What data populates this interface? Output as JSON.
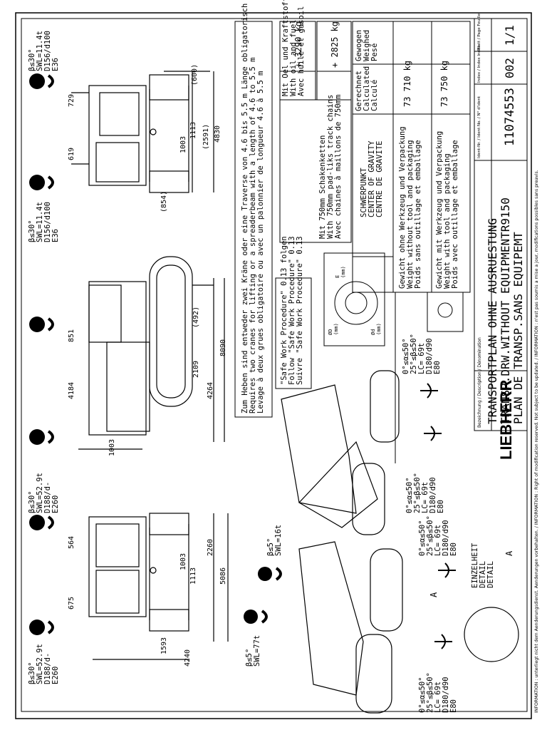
{
  "footer_info": "INFORMATION : unterliegt nicht dem Aenderungsdienst. Aenderungen vorbehalten. / INFORMATION : Right of modification reserved. Not subject to be updated. / INFORMATION : n'est pas soumis a mise a jour, modifications possibles sans preavis.",
  "title_block": {
    "desc_header": "Bezeichnung / Description / Dénomination",
    "title_de": "TRANSPORTPLAN OHNE AUSRUESTUNG",
    "title_en": "TRANSP.DRW.WITHOUT EQUIPMENTR9150",
    "title_fr": "PLAN DE TRANSP.SANS EQUIPEMT",
    "ident_header": "Ident-Nr. / Ident No. / N° d'ident",
    "ident_no": "11074553",
    "index_header": "Index / Index Index",
    "index_value": "002",
    "page_header": "Blatt / Page Feuille",
    "page_value": "1/1",
    "logo": "LIEBHERR"
  },
  "weights": {
    "calc_header": "Gerechnet\nCalculated\nCalculé",
    "weighed_header": "Gewogen\nWeighed\nPesé",
    "without_label": "Gewicht ohne Werkzeug und Verpackung\nWeight without tool and packaging\nPoids sans outillage et emballage",
    "without_value": "73 710 kg",
    "with_label": "Gewicht mit Werkzeug und Verpackung\nWeight with tool and packaging\nPoids avec outillage et emballage",
    "with_value": "73 750 kg",
    "cog_label": "SCHWERPUNKT\nCENTER OF GRAVITY\nCENTRE DE GRAVITE"
  },
  "notes": {
    "fuel_label": "Mit Oel und Kraftstoff\nWith oil and fuel\nAvec huile et gasoil",
    "fuel_value": "+ 3290 kg",
    "chain_label": "Mit 750mm Schakenketten\nWith 750mm pad-liks track chains\nAvec chaines à maillons de 750mm",
    "chain_value": "+ 2825 kg",
    "lifting_text": "Zum Heben sind entweder zwei Kräne oder eine Traverse von 4.6 bis 5.5 m Länge obligatorisch\nRequires two cranes for lifting or a spreaderbeam with a length of 4.6 to 5.5 m\nLevage à deux grues obligatoire ou avec un palonnier de longueur 4.6 à 5.5 m",
    "swp_text": "\"Safe Work Procedure\" 0.13 folgen\nFollow \"Safe Work Procedure\" 0.13\nSuivre \"Safe Work Procedure\" 0.13"
  },
  "lifting_points": {
    "top_right_1": "β≤30°\nSWL=11.4t\nD156/d100\nE36",
    "top_right_2": "β≤30°\nSWL=11.4t\nD156/d100\nE36",
    "top_left_1": "β≤30°\nSWL=52.9t\nD188/d-\nE260",
    "top_left_2": "β≤30°\nSWL=52.9t\nD188/d-\nE260",
    "bottom_sling_1": "β≤5°\nSWL=16t",
    "bottom_sling_2": "β≤5°\nSWL=77t",
    "shackle_a": "0°≤α≤50°\n25°≤β≤50°\nLC= 69t\nD180/d90\nE80",
    "shackle_b": "0°≤α≤50°\n25°≤β≤50°\nLC= 69t\nD180/d90\nE80",
    "shackle_c": "0°≤α≤50°\n25°≤β≤50°\nLC= 69t\nD180/d90\nE80",
    "shackle_d": "0°≤α≤50°\n25°≤β≤50°\nLC= 69t\nD180/d90\nE80"
  },
  "detail": {
    "label": "EINZELHEIT\nDETAIL\nDETAIL",
    "letter": "A",
    "marker": "A"
  },
  "dims": {
    "d600": "(600)",
    "d729": "729",
    "d1113a": "1113",
    "d1003a": "1003",
    "d2591": "(2591)",
    "d4830": "4830",
    "d619": "619",
    "d854": "(854)",
    "d492": "(492)",
    "d851": "851",
    "d2109": "2109",
    "d8090": "8090",
    "d4184": "4184",
    "d4264": "4264",
    "d1003b": "1003",
    "d564": "564",
    "d2260": "2260",
    "d1003c": "1003",
    "d1113b": "1113",
    "d5086": "5086",
    "d675": "675",
    "d1593": "1593",
    "d4240": "4240",
    "d_big_d": "ØD\n(mm)",
    "d_small_d": "Ød\n(mm)",
    "d_e": "E\n(mm)"
  }
}
